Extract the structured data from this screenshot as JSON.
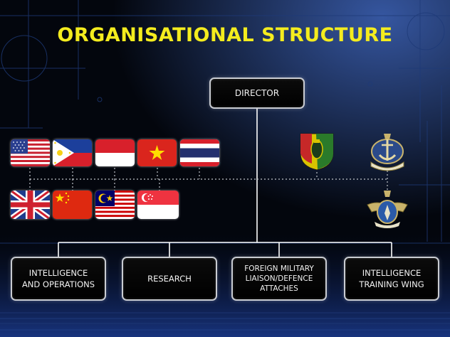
{
  "title": "ORGANISATIONAL STRUCTURE",
  "director": {
    "label": "DIRECTOR"
  },
  "branches": [
    {
      "label": "INTELLIGENCE\nAND OPERATIONS"
    },
    {
      "label": "RESEARCH"
    },
    {
      "label": "FOREIGN MILITARY\nLIAISON/DEFENCE\nATTACHES"
    },
    {
      "label": "INTELLIGENCE\nTRAINING WING"
    }
  ],
  "flags": {
    "row1": [
      "united-states-flag",
      "philippines-flag",
      "indonesia-flag",
      "vietnam-flag",
      "thailand-flag"
    ],
    "row2": [
      "united-kingdom-flag",
      "china-flag",
      "malaysia-flag",
      "singapore-flag"
    ]
  },
  "emblems": [
    "army-emblem",
    "navy-emblem",
    "air-force-emblem"
  ],
  "colors": {
    "title": "#f4ec1e",
    "background": "#04070f",
    "line": "#ffffff",
    "box_border": "#c9ccd2"
  }
}
